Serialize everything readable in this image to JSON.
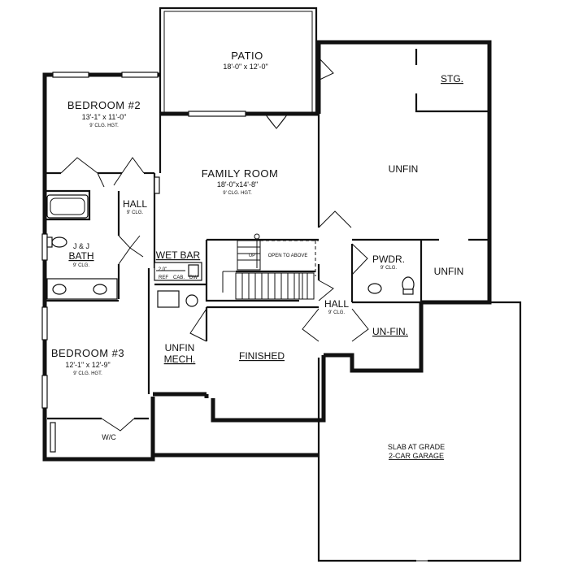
{
  "rooms": {
    "patio": {
      "name": "PATIO",
      "dims": "18'-0\" x 12'-0\""
    },
    "bedroom2": {
      "name": "BEDROOM #2",
      "dims": "13'-1\" x 11'-0\"",
      "clg": "9' CLG. HGT."
    },
    "family_room": {
      "name": "FAMILY ROOM",
      "dims": "18'-0\"x14'-8\"",
      "clg": "9' CLG. HGT."
    },
    "unfin_main": {
      "name": "UNFIN"
    },
    "stg": {
      "name": "STG."
    },
    "hall_left": {
      "name": "HALL",
      "clg": "9' CLG."
    },
    "bath": {
      "name": "BATH",
      "clg": "9' CLG.",
      "mark": "J & J"
    },
    "wet_bar": {
      "name": "WET BAR",
      "ref": "REF",
      "cab": "CAB.",
      "ref_size": "2.0\"",
      "dw": "DW"
    },
    "stair": {
      "up": "UP",
      "open_to_above": "OPEN TO ABOVE"
    },
    "pwdr": {
      "name": "PWDR.",
      "clg": "9' CLG."
    },
    "unfin_right": {
      "name": "UNFIN"
    },
    "hall_right": {
      "name": "HALL",
      "clg": "9' CLG."
    },
    "unfin_small": {
      "name": "UN-FIN."
    },
    "bedroom3": {
      "name": "BEDROOM #3",
      "dims": "12'-1\" x 12'-9\"",
      "clg": "9' CLG. HGT."
    },
    "mech": {
      "name1": "UNFIN",
      "name2": "MECH."
    },
    "finished": {
      "name": "FINISHED"
    },
    "wic": {
      "name": "W/C"
    },
    "garage": {
      "name1": "SLAB AT GRADE",
      "name2": "2-CAR GARAGE"
    }
  }
}
